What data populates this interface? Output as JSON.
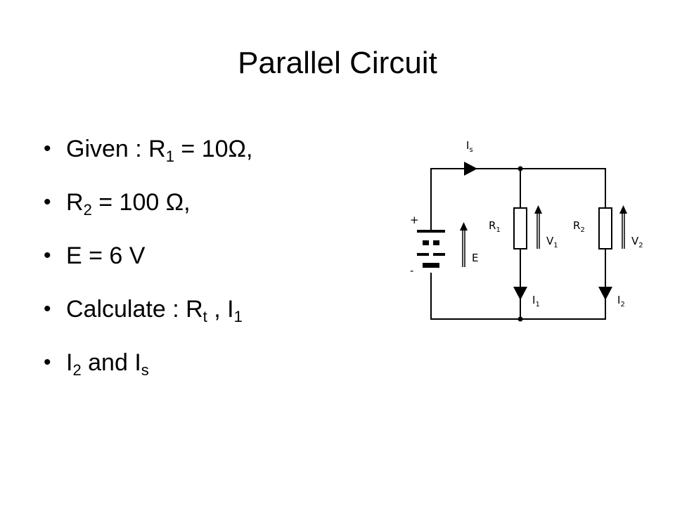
{
  "slide": {
    "title": "Parallel Circuit"
  },
  "bullets": [
    {
      "parts": [
        {
          "t": "Given : R"
        },
        {
          "s": "1"
        },
        {
          "t": " = 10Ω,"
        }
      ]
    },
    {
      "parts": [
        {
          "t": "R"
        },
        {
          "s": "2"
        },
        {
          "t": " = 100 Ω,"
        }
      ]
    },
    {
      "parts": [
        {
          "t": "E = 6 V"
        }
      ]
    },
    {
      "parts": [
        {
          "t": "Calculate : R"
        },
        {
          "s": "t"
        },
        {
          "t": " ,  I"
        },
        {
          "s": "1"
        }
      ]
    },
    {
      "parts": [
        {
          "t": "I"
        },
        {
          "s": "2"
        },
        {
          "t": " and I"
        },
        {
          "s": "s"
        }
      ]
    }
  ],
  "diagram": {
    "source_label": "I",
    "source_sub": "s",
    "plus": "+",
    "minus": "-",
    "emf_label": "E",
    "r1_label": "R",
    "r1_sub": "1",
    "v1_label": "V",
    "v1_sub": "1",
    "r2_label": "R",
    "r2_sub": "2",
    "v2_label": "V",
    "v2_sub": "2",
    "i1_label": "I",
    "i1_sub": "1",
    "i2_label": "I",
    "i2_sub": "2"
  }
}
